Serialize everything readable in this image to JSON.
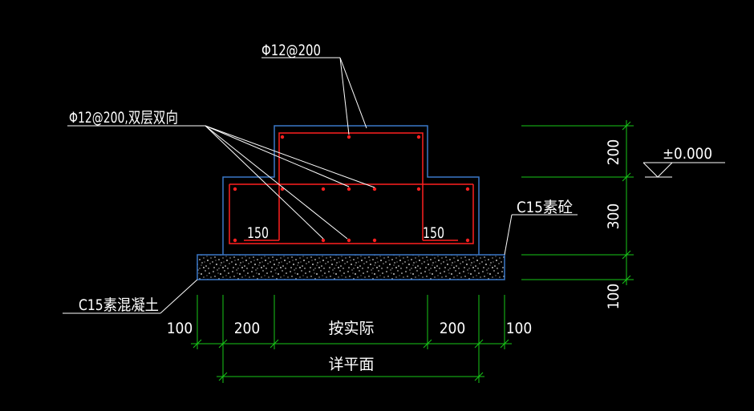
{
  "colors": {
    "background": "#000000",
    "outline": "#3a78c8",
    "rebar": "#ff2020",
    "dimension": "#18c818",
    "leader": "#ffffff",
    "text": "#ffffff"
  },
  "labels": {
    "top_rebar": "Φ12@200",
    "bottom_rebar": "Φ12@200,双层双向",
    "right_concrete": "C15素砼",
    "left_concrete": "C15素混凝土",
    "level": "±0.000",
    "inner_left": "150",
    "inner_right": "150"
  },
  "dimensions": {
    "vertical": [
      "200",
      "300",
      "100"
    ],
    "horizontal": [
      "100",
      "200",
      "按实际",
      "200",
      "100"
    ],
    "total": "详平面"
  }
}
